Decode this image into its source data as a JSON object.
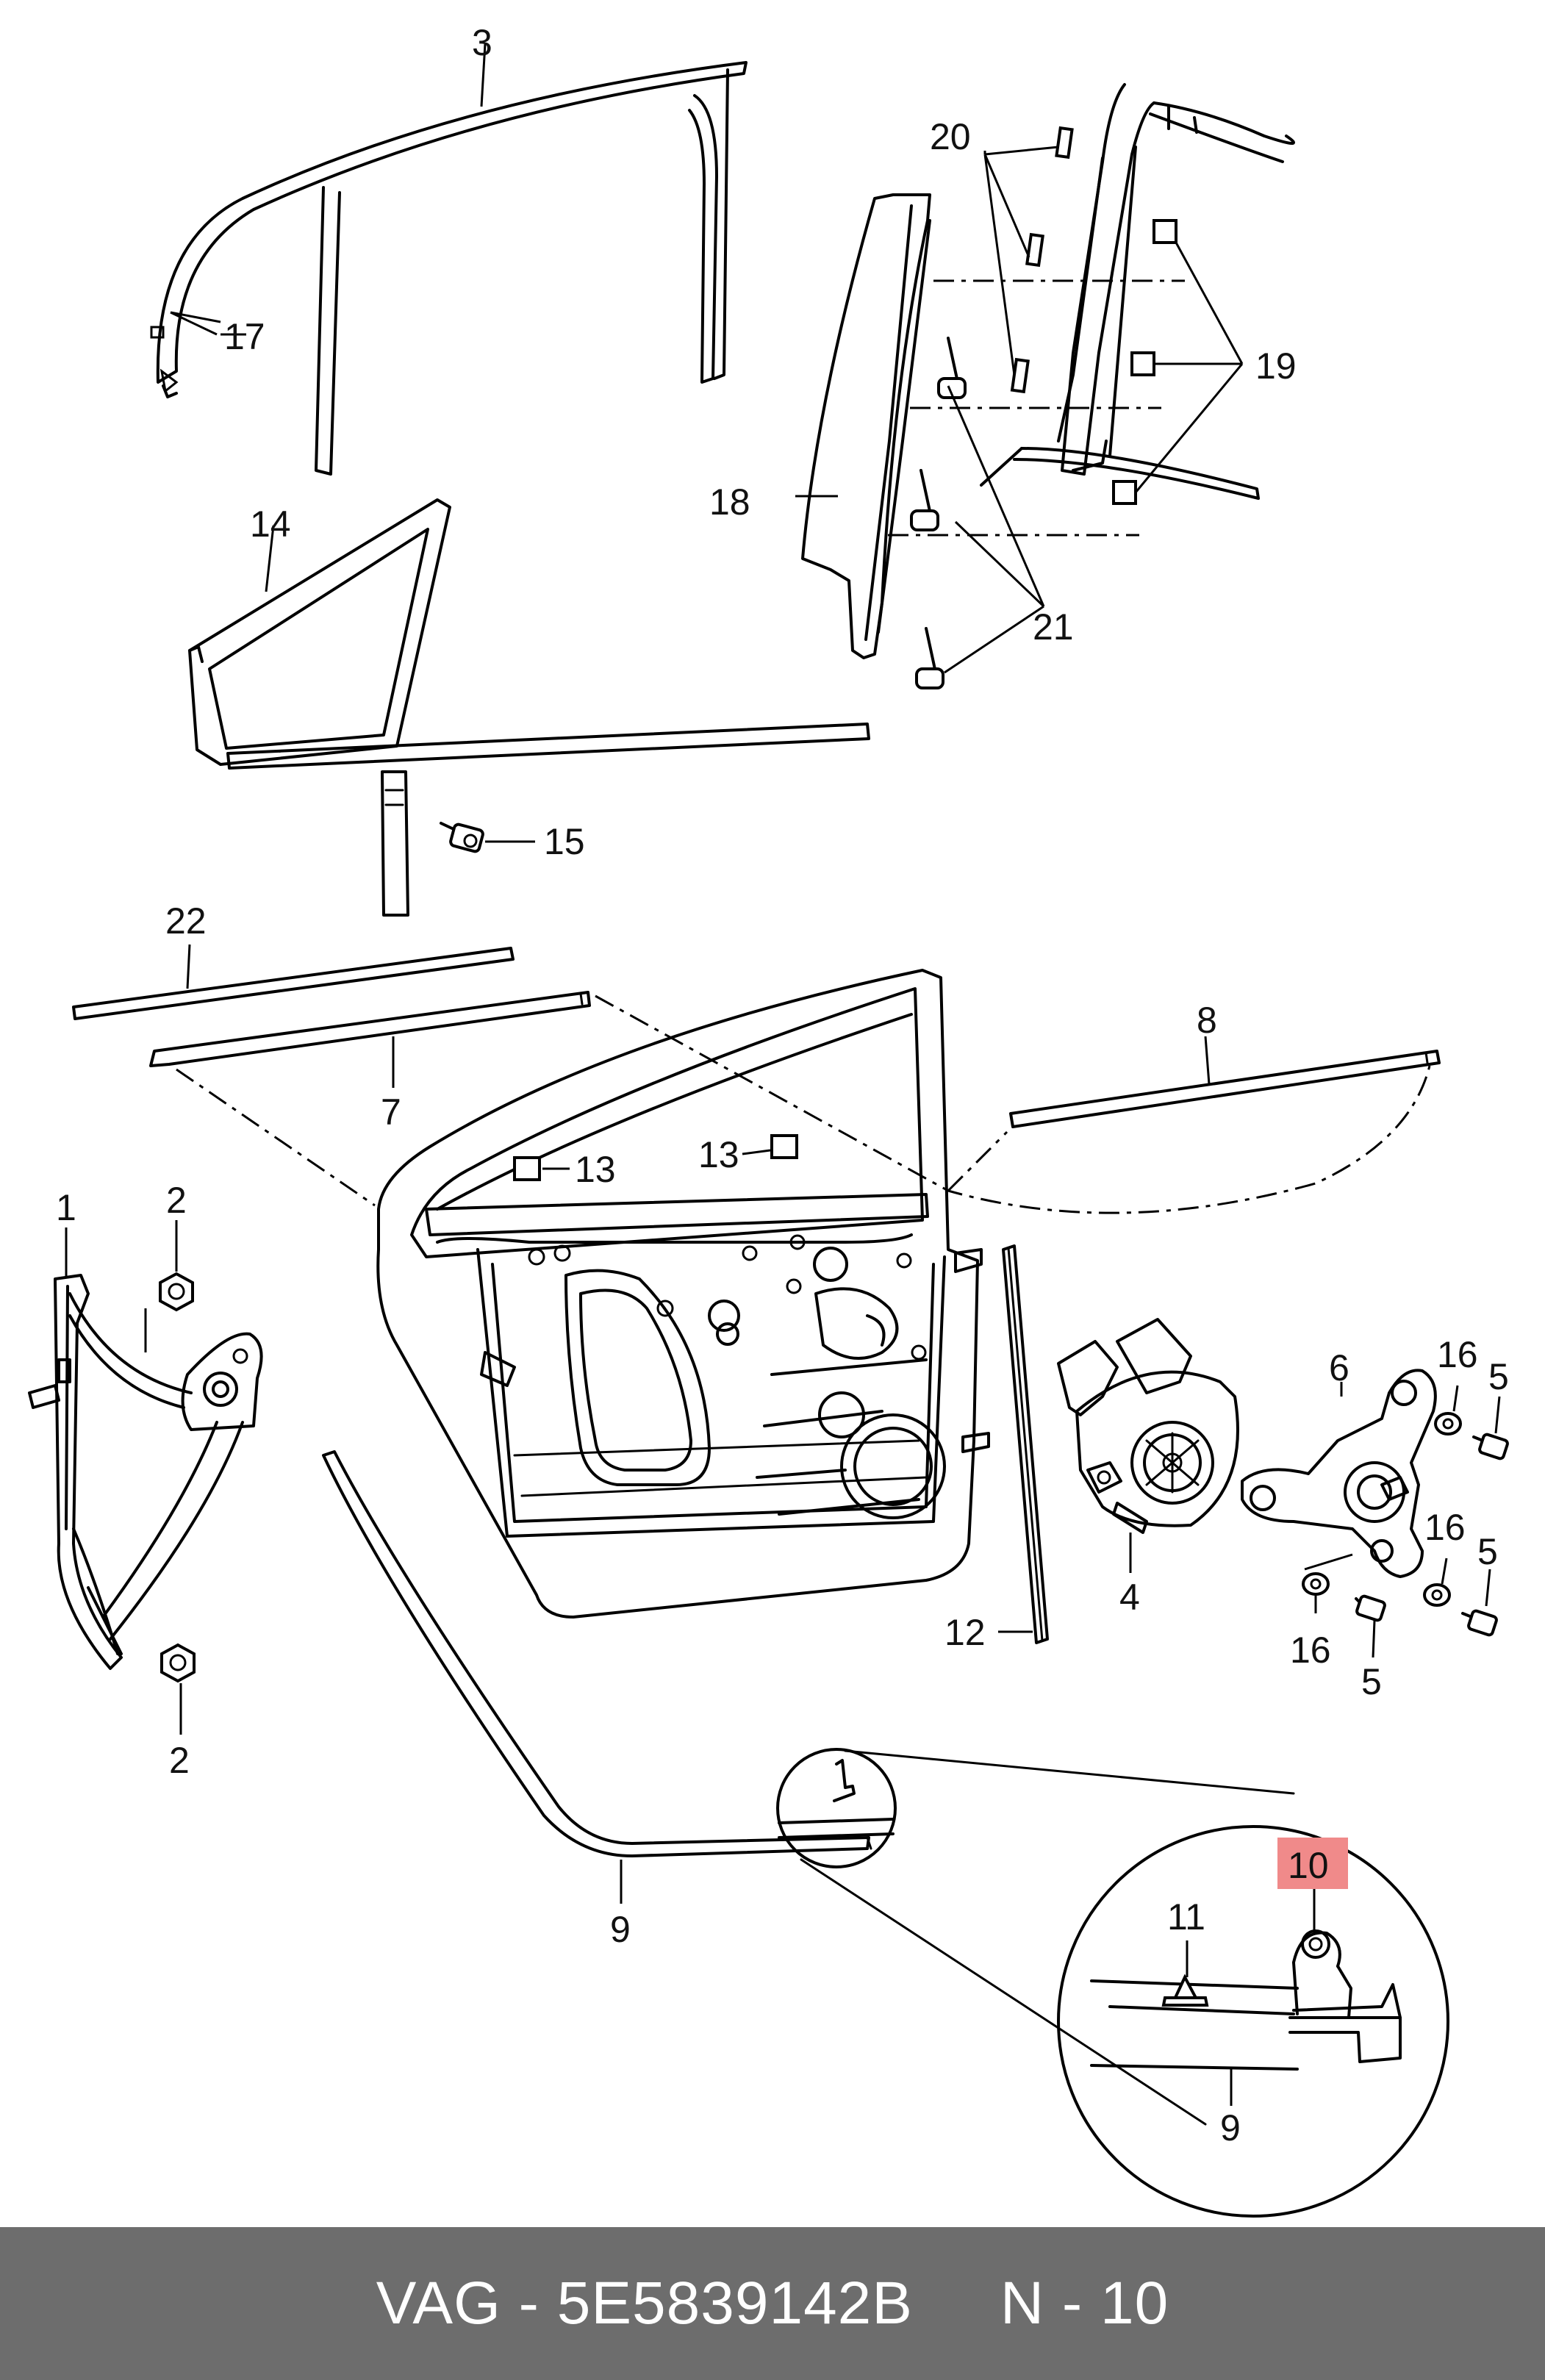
{
  "diagram": {
    "labels": {
      "l1": "1",
      "l2a": "2",
      "l2b": "2",
      "l3": "3",
      "l4": "4",
      "l5a": "5",
      "l5b": "5",
      "l5c": "5",
      "l6": "6",
      "l7": "7",
      "l8": "8",
      "l9a": "9",
      "l9b": "9",
      "l10": "10",
      "l11": "11",
      "l12": "12",
      "l13a": "13",
      "l13b": "13",
      "l14": "14",
      "l15": "15",
      "l16a": "16",
      "l16b": "16",
      "l16c": "16",
      "l17": "17",
      "l18": "18",
      "l19": "19",
      "l20": "20",
      "l21": "21",
      "l22": "22"
    },
    "highlight": {
      "label": "10",
      "color": "#f08a8a"
    }
  },
  "footer": {
    "brand": "VAG",
    "part_number": "5E5839142B",
    "position": "N - 10",
    "text": "VAG - 5E5839142B     N - 10",
    "background": "#6d6d6d"
  }
}
